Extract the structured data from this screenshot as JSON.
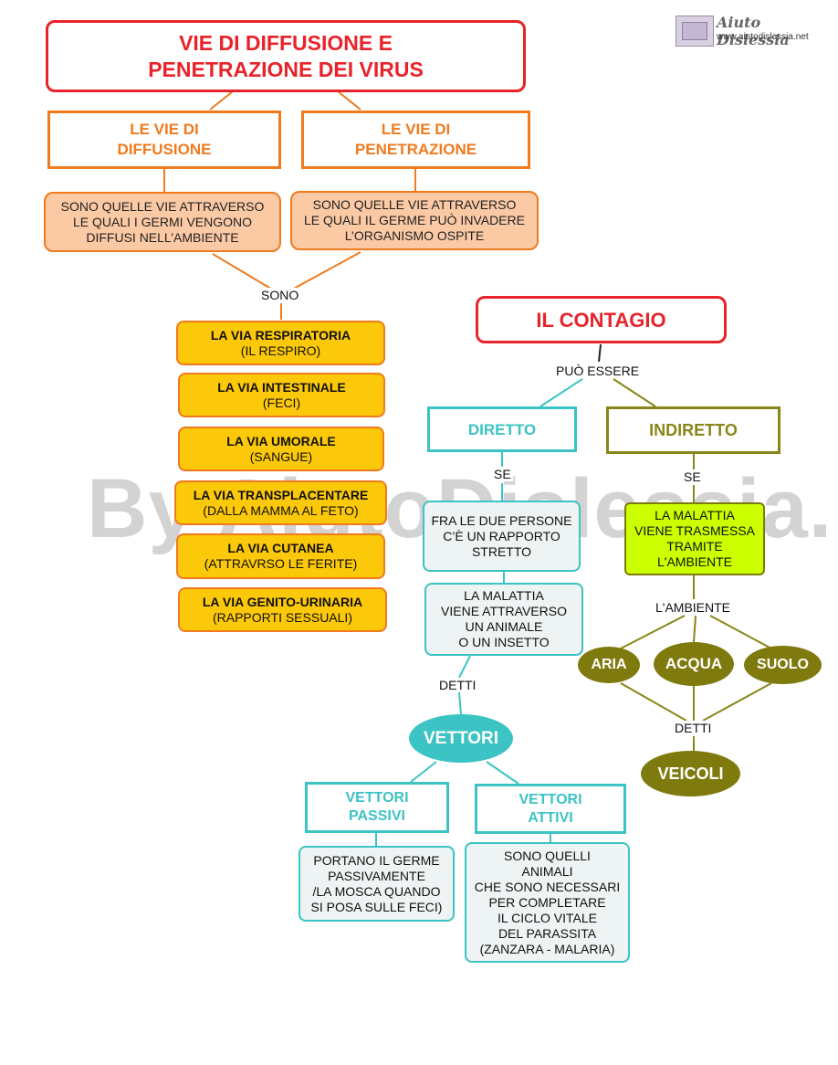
{
  "logo": {
    "name": "Aiuto Dislessia",
    "url": "www.aiutodislessia.net"
  },
  "watermark": "By AiutoDislessia.net",
  "main_title": [
    "VIE DI DIFFUSIONE E",
    "PENETRAZIONE DEI VIRUS"
  ],
  "diffusione": {
    "title": [
      "LE VIE DI",
      "DIFFUSIONE"
    ],
    "desc": [
      "SONO  QUELLE VIE ATTRAVERSO",
      "LE  QUALI  I  GERMI  VENGONO",
      "DIFFUSI NELL’AMBIENTE"
    ]
  },
  "penetrazione": {
    "title": [
      "LE VIE DI",
      "PENETRAZIONE"
    ],
    "desc": [
      "SONO QUELLE VIE ATTRAVERSO",
      "LE QUALI IL GERME PUÒ INVADERE",
      "L’ORGANISMO OSPITE"
    ]
  },
  "sono_label": "SONO",
  "vie": [
    {
      "name": "LA VIA RESPIRATORIA",
      "note": "(IL RESPIRO)"
    },
    {
      "name": "LA VIA INTESTINALE",
      "note": "(FECI)"
    },
    {
      "name": "LA VIA UMORALE",
      "note": "(SANGUE)"
    },
    {
      "name": "LA VIA TRANSPLACENTARE",
      "note": "(DALLA MAMMA AL FETO)"
    },
    {
      "name": "LA VIA CUTANEA",
      "note": "(ATTRAVRSO LE FERITE)"
    },
    {
      "name": "LA VIA GENITO-URINARIA",
      "note": "(RAPPORTI SESSUALI)"
    }
  ],
  "contagio": {
    "title": "IL CONTAGIO",
    "puo_essere": "PUÒ ESSERE",
    "diretto": "DIRETTO",
    "indiretto": "INDIRETTO",
    "se": "SE",
    "diretto_desc1": [
      "FRA LE DUE PERSONE",
      "C’È UN RAPPORTO",
      "STRETTO"
    ],
    "diretto_desc2": [
      "LA MALATTIA",
      "VIENE ATTRAVERSO",
      "UN ANIMALE",
      "O UN INSETTO"
    ],
    "detti": "DETTI",
    "vettori": "VETTORI",
    "vettori_passivi": {
      "title": [
        "VETTORI",
        "PASSIVI"
      ],
      "desc": [
        "PORTANO IL GERME",
        "PASSIVAMENTE",
        "/LA MOSCA QUANDO",
        "SI POSA SULLE FECI)"
      ]
    },
    "vettori_attivi": {
      "title": [
        "VETTORI",
        "ATTIVI"
      ],
      "desc": [
        "SONO QUELLI",
        "ANIMALI",
        "CHE SONO NECESSARI",
        "PER COMPLETARE",
        "IL CICLO VITALE",
        "DEL PARASSITA",
        "(ZANZARA - MALARIA)"
      ]
    },
    "indiretto_desc": [
      "LA MALATTIA",
      "VIENE TRASMESSA",
      "TRAMITE",
      "L'AMBIENTE"
    ],
    "ambiente_label": "L'AMBIENTE",
    "ambienti": [
      "ARIA",
      "ACQUA",
      "SUOLO"
    ],
    "veicoli": "VEICOLI"
  },
  "colors": {
    "red": "#e8232a",
    "orange": "#f07a1e",
    "peach": "#fbc9a4",
    "yellow": "#fcc80a",
    "teal": "#3cc3c3",
    "olive": "#7f7a0e",
    "lime": "#ccff00"
  }
}
